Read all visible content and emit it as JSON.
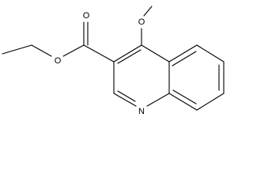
{
  "structure": {
    "atoms": {
      "o_methoxy": "O",
      "o_carbonyl": "O",
      "o_ester": "O",
      "n_ring": "N"
    }
  },
  "colors": {
    "ink": "#000000",
    "background": "#ffffff"
  }
}
